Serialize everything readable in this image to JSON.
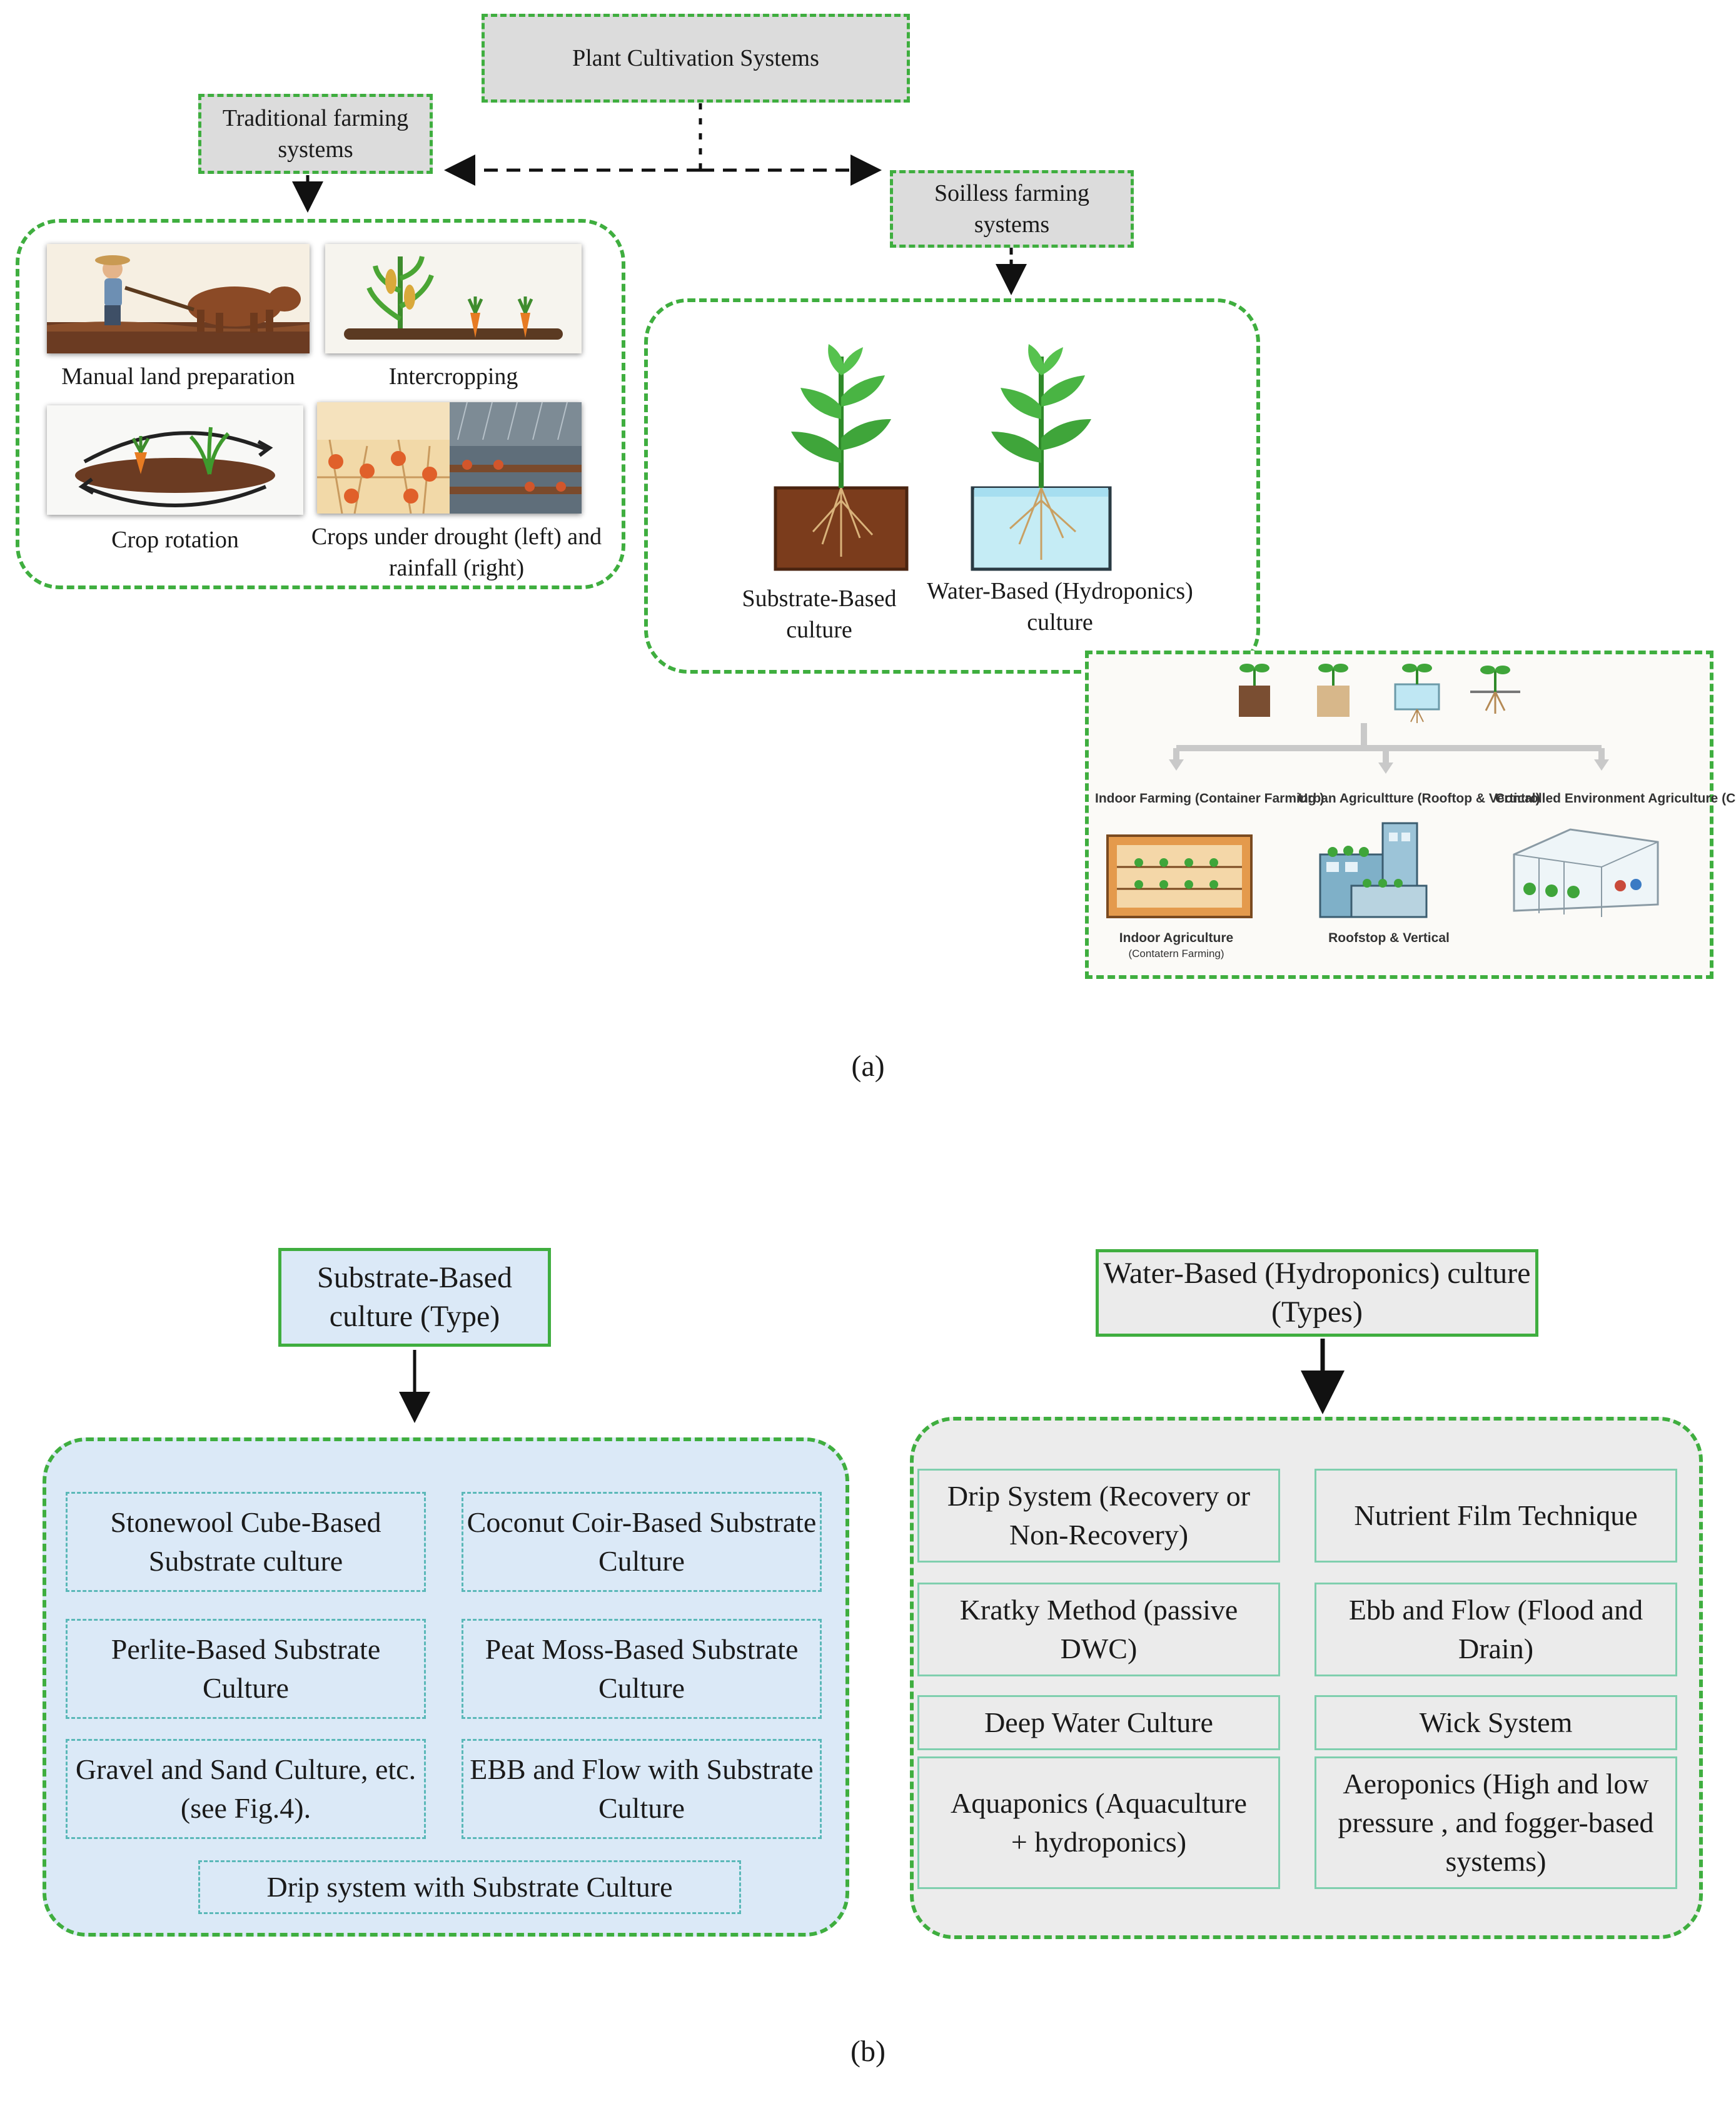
{
  "part_a": {
    "root": "Plant Cultivation Systems",
    "traditional": "Traditional farming systems",
    "soilless": "Soilless farming systems",
    "traditional_items": [
      "Manual land preparation",
      "Intercropping",
      "Crop rotation",
      "Crops under drought (left) and rainfall (right)"
    ],
    "soilless_items": [
      "Substrate-Based culture",
      "Water-Based (Hydroponics) culture"
    ],
    "applications": {
      "categories": [
        "Indoor Farming (Container Farming )",
        "Urban Agricultture (Rooftop & Vertical)",
        "Controlled Environment Agriculture (CEA)"
      ],
      "images": [
        "Indoor Agriculture",
        "(Contatern Farming)",
        "Roofstop & Vertical"
      ]
    },
    "label": "(a)"
  },
  "part_b": {
    "substrate_title": "Substrate-Based culture (Type)",
    "water_title": "Water-Based (Hydroponics) culture (Types)",
    "substrate_types": [
      "Stonewool Cube-Based Substrate  culture",
      "Coconut Coir-Based Substrate Culture",
      "Perlite-Based Substrate Culture",
      "Peat Moss-Based Substrate Culture",
      "Gravel and Sand Culture, etc. (see Fig.4).",
      "EBB and Flow with Substrate Culture",
      "Drip system  with Substrate Culture"
    ],
    "water_types": [
      "Drip System (Recovery or Non-Recovery)",
      "Nutrient Film Technique",
      "Kratky Method (passive DWC)",
      "Ebb and Flow (Flood and Drain)",
      "Deep Water Culture",
      "Wick System",
      "Aquaponics (Aquaculture + hydroponics)",
      "Aeroponics (High and low pressure , and fogger-based systems)"
    ],
    "label": "(b)"
  },
  "colors": {
    "green_border": "#3fae3f",
    "gray_box": "#dcdcdc",
    "substrate_bg": "#dbe9f7",
    "water_bg": "#ececec"
  }
}
